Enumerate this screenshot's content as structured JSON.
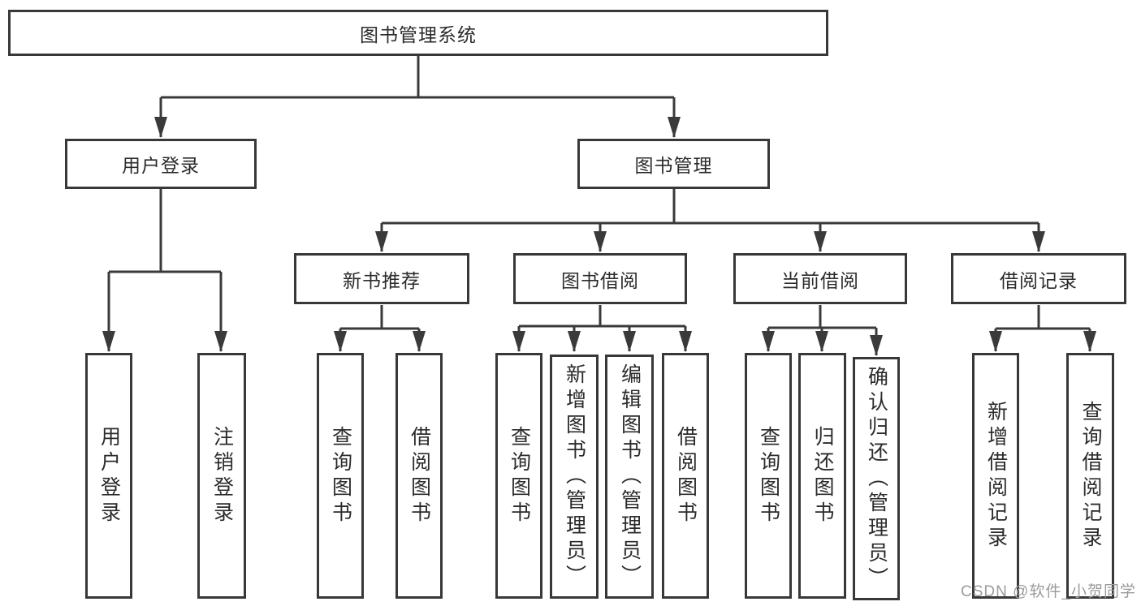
{
  "colors": {
    "line": "#3a3a3a",
    "box_border": "#383838",
    "text": "#2b2b2b",
    "background": "#ffffff",
    "watermark": "#9b9b9b"
  },
  "diagram": {
    "type": "hierarchy-tree",
    "root": {
      "label": "图书管理系统"
    },
    "branches": [
      {
        "label": "用户登录",
        "children": [
          {
            "label": "用户登录"
          },
          {
            "label": "注销登录"
          }
        ]
      },
      {
        "label": "图书管理",
        "sections": [
          {
            "label": "新书推荐",
            "children": [
              {
                "label": "查询图书"
              },
              {
                "label": "借阅图书"
              }
            ]
          },
          {
            "label": "图书借阅",
            "children": [
              {
                "label": "查询图书"
              },
              {
                "label": "新增图书（管理员）"
              },
              {
                "label": "编辑图书（管理员）"
              },
              {
                "label": "借阅图书"
              }
            ]
          },
          {
            "label": "当前借阅",
            "children": [
              {
                "label": "查询图书"
              },
              {
                "label": "归还图书"
              },
              {
                "label": "确认归还（管理员）"
              }
            ]
          },
          {
            "label": "借阅记录",
            "children": [
              {
                "label": "新增借阅记录"
              },
              {
                "label": "查询借阅记录"
              }
            ]
          }
        ]
      }
    ]
  },
  "watermark": {
    "text": "CSDN @软件_小贺同学"
  }
}
